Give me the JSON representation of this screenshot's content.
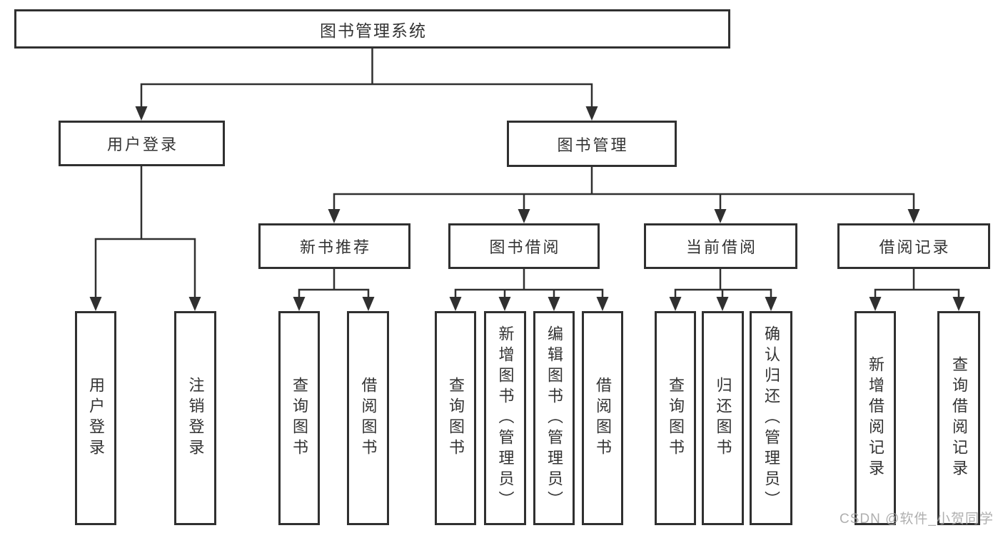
{
  "diagram": {
    "type": "hierarchy-tree",
    "title": "图书管理系统"
  },
  "nodes": {
    "root": {
      "label": "图书管理系统"
    },
    "level2": [
      {
        "label": "用户登录"
      },
      {
        "label": "图书管理"
      }
    ],
    "level3": [
      {
        "label": "新书推荐",
        "parent": "图书管理"
      },
      {
        "label": "图书借阅",
        "parent": "图书管理"
      },
      {
        "label": "当前借阅",
        "parent": "图书管理"
      },
      {
        "label": "借阅记录",
        "parent": "图书管理"
      }
    ],
    "leaves": [
      {
        "label": "用户登录",
        "parent": "用户登录"
      },
      {
        "label": "注销登录",
        "parent": "用户登录"
      },
      {
        "label": "查询图书",
        "parent": "新书推荐"
      },
      {
        "label": "借阅图书",
        "parent": "新书推荐"
      },
      {
        "label": "查询图书",
        "parent": "图书借阅"
      },
      {
        "label": "新增图书（管理员）",
        "parent": "图书借阅"
      },
      {
        "label": "编辑图书（管理员）",
        "parent": "图书借阅"
      },
      {
        "label": "借阅图书",
        "parent": "图书借阅"
      },
      {
        "label": "查询图书",
        "parent": "当前借阅"
      },
      {
        "label": "归还图书",
        "parent": "当前借阅"
      },
      {
        "label": "确认归还（管理员）",
        "parent": "当前借阅"
      },
      {
        "label": "新增借阅记录",
        "parent": "借阅记录"
      },
      {
        "label": "查询借阅记录",
        "parent": "借阅记录"
      }
    ]
  },
  "watermark": {
    "text": "CSDN @软件_小贺同学"
  },
  "colors": {
    "line": "#303030",
    "box_border": "#303030",
    "text": "#333333",
    "background": "#ffffff",
    "watermark": "#a5a5a5"
  }
}
